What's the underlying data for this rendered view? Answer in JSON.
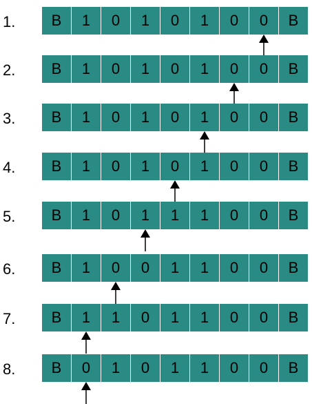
{
  "steps": [
    {
      "label": "1.",
      "cells": [
        "B",
        "1",
        "0",
        "1",
        "0",
        "1",
        "0",
        "0",
        "B"
      ],
      "head": 7
    },
    {
      "label": "2.",
      "cells": [
        "B",
        "1",
        "0",
        "1",
        "0",
        "1",
        "0",
        "0",
        "B"
      ],
      "head": 6
    },
    {
      "label": "3.",
      "cells": [
        "B",
        "1",
        "0",
        "1",
        "0",
        "1",
        "0",
        "0",
        "B"
      ],
      "head": 5
    },
    {
      "label": "4.",
      "cells": [
        "B",
        "1",
        "0",
        "1",
        "0",
        "1",
        "0",
        "0",
        "B"
      ],
      "head": 4
    },
    {
      "label": "5.",
      "cells": [
        "B",
        "1",
        "0",
        "1",
        "1",
        "1",
        "0",
        "0",
        "B"
      ],
      "head": 3
    },
    {
      "label": "6.",
      "cells": [
        "B",
        "1",
        "0",
        "0",
        "1",
        "1",
        "0",
        "0",
        "B"
      ],
      "head": 2
    },
    {
      "label": "7.",
      "cells": [
        "B",
        "1",
        "1",
        "0",
        "1",
        "1",
        "0",
        "0",
        "B"
      ],
      "head": 1
    },
    {
      "label": "8.",
      "cells": [
        "B",
        "0",
        "1",
        "0",
        "1",
        "1",
        "0",
        "0",
        "B"
      ],
      "head": 1
    }
  ],
  "colors": {
    "cell": "#2a8a84",
    "text": "#000000"
  },
  "icons": {
    "head": "arrow-up-icon"
  }
}
